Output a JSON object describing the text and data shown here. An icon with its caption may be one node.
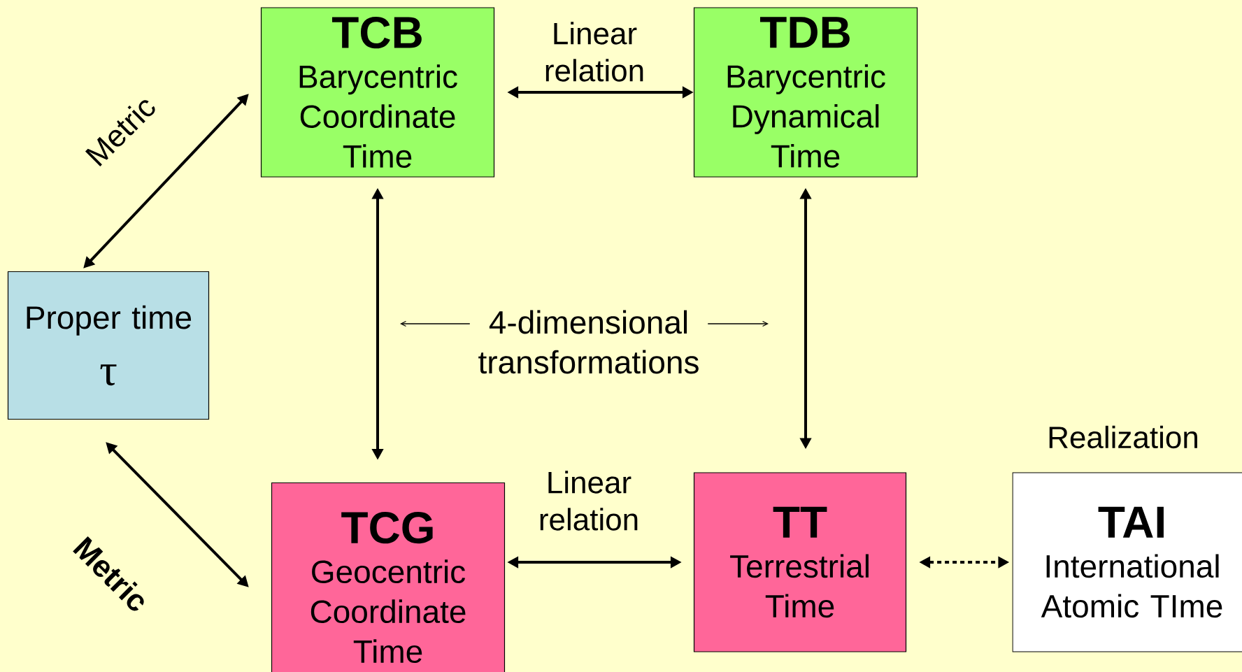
{
  "diagram": {
    "nodes": [
      {
        "text": [
          "TCB",
          "Barycentric Coordinate Time"
        ]
      },
      {
        "text": [
          "TDB",
          "Barycentric Dynamical Time"
        ]
      },
      {
        "text": [
          "Proper time",
          "τ"
        ]
      },
      {
        "text": [
          "4-dimensional transformations"
        ]
      },
      {
        "text": [
          "TCG",
          "Geocentric Coordinate Time"
        ]
      },
      {
        "text": [
          "TT",
          "Terrestrial Time"
        ]
      },
      {
        "text": [
          "TAI",
          "International Atomic TIme"
        ],
        "beside": [
          "Realization"
        ]
      }
    ],
    "edges": [
      {
        "from": 0,
        "to": 1,
        "arrow": "both",
        "label": "Linear relation"
      },
      {
        "from": 2,
        "to": 0,
        "arrow": "both",
        "label": "Metric"
      },
      {
        "from": 0,
        "to": 4,
        "arrow": "both"
      },
      {
        "from": 1,
        "to": 5,
        "arrow": "both"
      },
      {
        "from": 3,
        "to": null,
        "arrow": "to"
      },
      {
        "from": 3,
        "to": null,
        "arrow": "to"
      },
      {
        "from": 2,
        "to": 4,
        "arrow": "both",
        "label": "Metric"
      },
      {
        "from": 4,
        "to": 5,
        "arrow": "both",
        "label": "Linear relation"
      },
      {
        "from": 5,
        "to": 6,
        "arrow": "both",
        "style": "dashed"
      }
    ]
  }
}
